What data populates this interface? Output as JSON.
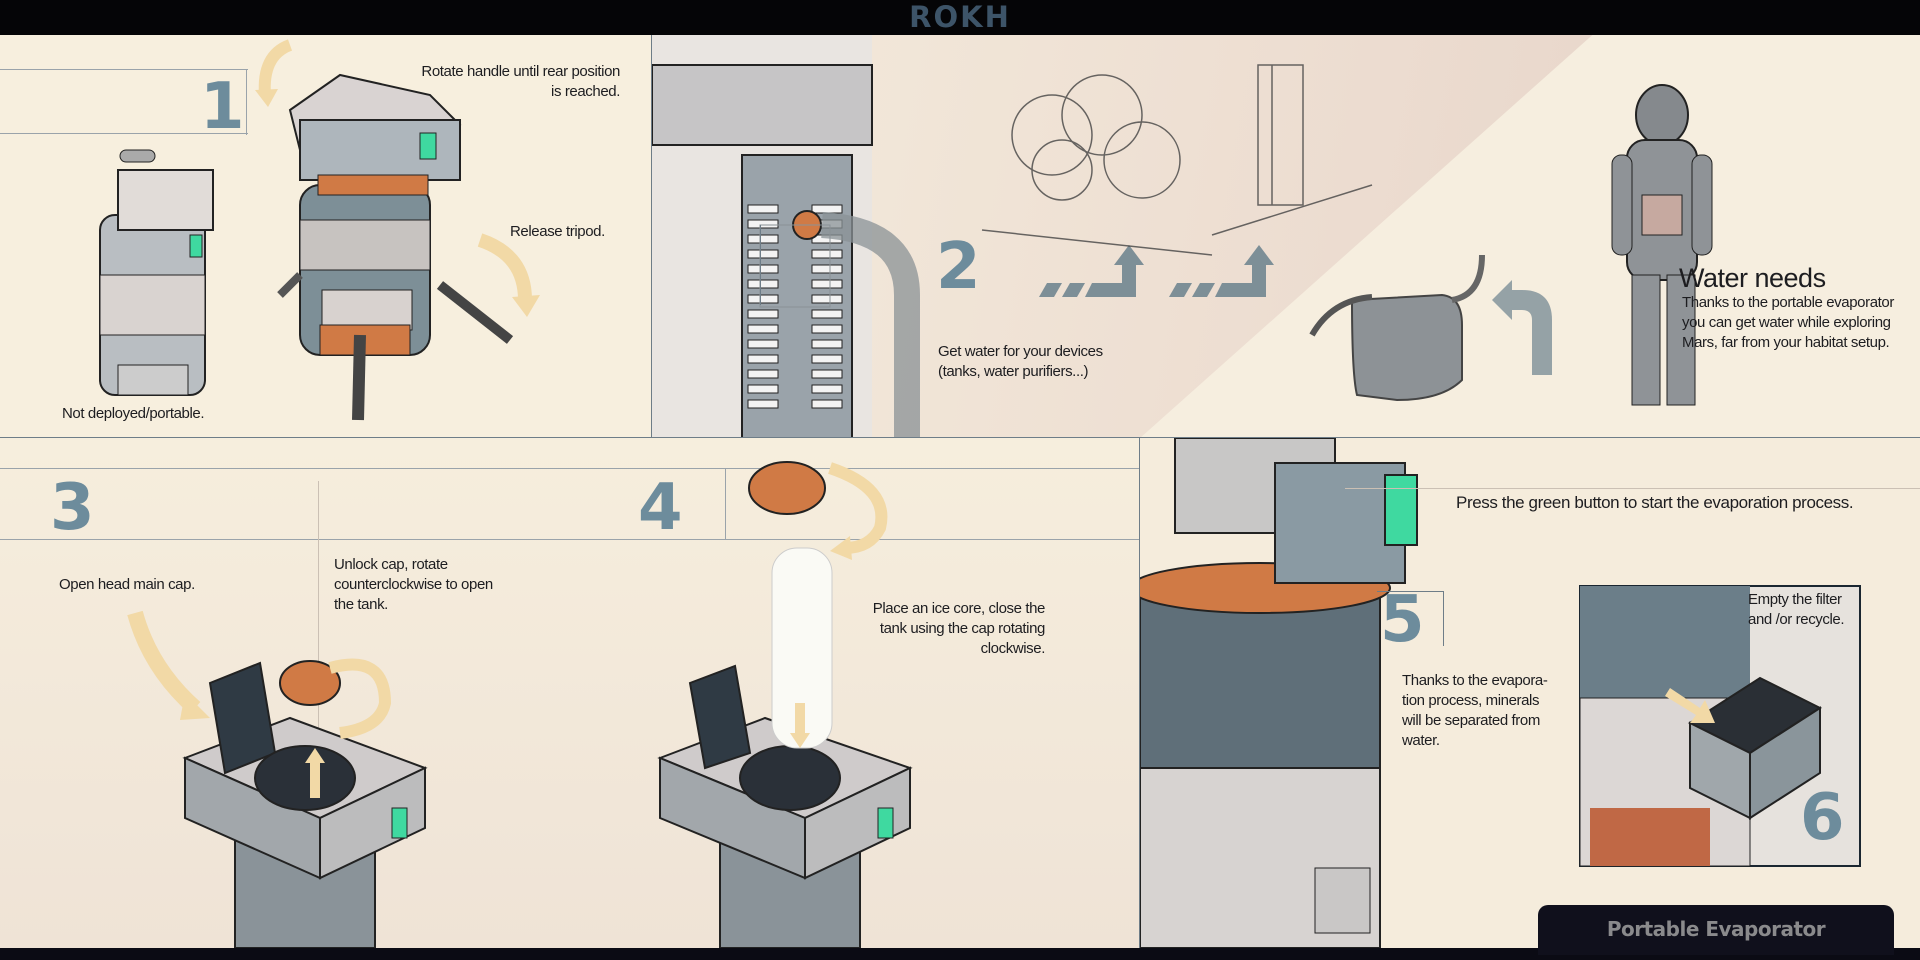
{
  "header": {
    "logo": "ROKH"
  },
  "steps": [
    {
      "number": "1",
      "captions": [
        "Rotate handle until  rear position is reached.",
        "Release tripod.",
        "Not deployed/portable."
      ]
    },
    {
      "number": "2",
      "captions": [
        "Get water for your devices (tanks, water purifiers...)"
      ]
    },
    {
      "number": "3",
      "captions": [
        "Open head main cap.",
        "Unlock cap, rotate counterclockwise to open the tank."
      ]
    },
    {
      "number": "4",
      "captions": [
        "Place an ice core, close the tank using the cap rotating clockwise."
      ]
    },
    {
      "number": "5",
      "captions": [
        "Press the green button to start the evaporation process.",
        "Thanks to the evapora-tion process, minerals will be separated from water."
      ]
    },
    {
      "number": "6",
      "captions": [
        "Empty the filter and /or recycle."
      ]
    }
  ],
  "water_needs": {
    "title": "Water needs",
    "body": "Thanks to the portable evaporator you can get water while exploring Mars, far  from your habitat setup."
  },
  "footer": {
    "product_name": "Portable Evaporator"
  },
  "colors": {
    "accent_number": "#6d8c9c",
    "button_green": "#3fd9a0",
    "copper": "#d07a45",
    "arrow_cream": "#f2d9a6",
    "logo": "#3d5468"
  }
}
